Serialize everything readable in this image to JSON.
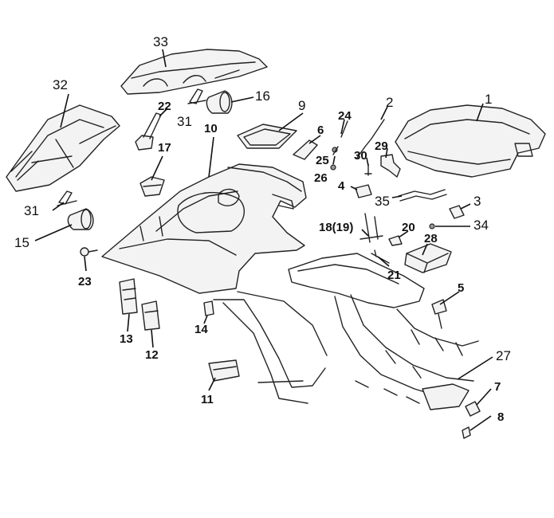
{
  "labels": {
    "p1": "1",
    "p2": "2",
    "p3": "3",
    "p4": "4",
    "p5": "5",
    "p6": "6",
    "p7": "7",
    "p8": "8",
    "p9": "9",
    "p10": "10",
    "p11": "11",
    "p12": "12",
    "p13": "13",
    "p14": "14",
    "p15": "15",
    "p16": "16",
    "p17": "17",
    "p18": "18(19)",
    "p20": "20",
    "p21": "21",
    "p22": "22",
    "p23": "23",
    "p24": "24",
    "p25": "25",
    "p26": "26",
    "p27": "27",
    "p28": "28",
    "p29": "29",
    "p30": "30",
    "p31a": "31",
    "p31b": "31",
    "p32": "32",
    "p33": "33",
    "p34": "34",
    "p35": "35"
  }
}
